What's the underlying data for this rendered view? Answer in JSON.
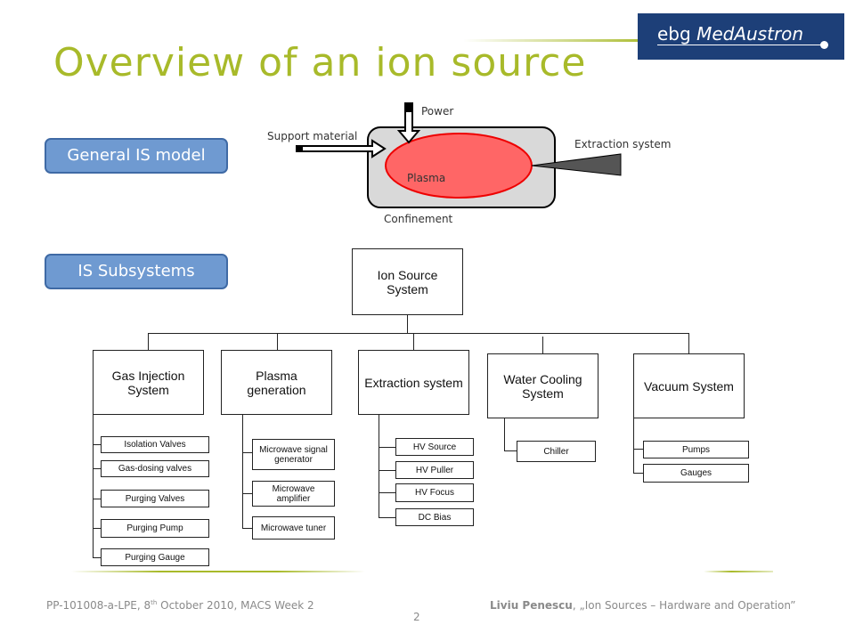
{
  "header": {
    "title": "Overview of an ion source",
    "logo_text": "ebg MedAustron",
    "logo_prefix": "ebg ",
    "logo_brand": "MedAustron"
  },
  "pills": {
    "general": "General IS model",
    "subsystems": "IS Subsystems"
  },
  "model": {
    "power": "Power",
    "support_material": "Support material",
    "extraction_system": "Extraction system",
    "plasma": "Plasma",
    "confinement": "Confinement"
  },
  "tree": {
    "root": "Ion Source System",
    "systems": [
      {
        "label": "Gas Injection System",
        "subs": [
          "Isolation Valves",
          "Gas-dosing valves",
          "Purging Valves",
          "Purging Pump",
          "Purging Gauge"
        ]
      },
      {
        "label": "Plasma generation",
        "subs": [
          "Microwave signal generator",
          "Microwave amplifier",
          "Microwave tuner"
        ]
      },
      {
        "label": "Extraction system",
        "subs": [
          "HV Source",
          "HV Puller",
          "HV Focus",
          "DC Bias"
        ]
      },
      {
        "label": "Water Cooling System",
        "subs": [
          "Chiller"
        ]
      },
      {
        "label": "Vacuum System",
        "subs": [
          "Pumps",
          "Gauges"
        ]
      }
    ]
  },
  "footer": {
    "left_prefix": "PP-101008-a-LPE, 8",
    "left_sup": "th",
    "left_suffix": " October 2010, MACS Week 2",
    "author": "Liviu Penescu",
    "talk": ", „Ion Sources – Hardware and Operation”",
    "page": "2"
  },
  "colors": {
    "title": "#a8ba2a",
    "logo_bg": "#1d3f78",
    "pill_bg": "#6f9ad1",
    "plasma": "#ff6666",
    "confinement": "#d9d9d9"
  }
}
